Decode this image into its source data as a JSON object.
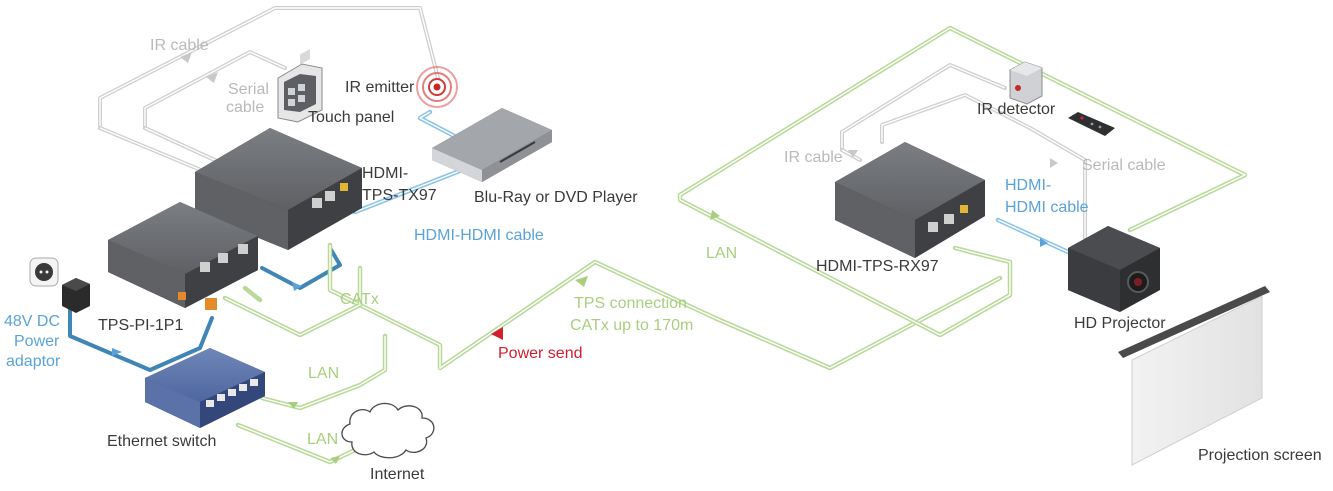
{
  "labels": {
    "ir_cable_left": "IR cable",
    "serial_cable_left": [
      "Serial",
      "cable"
    ],
    "touch_panel": "Touch panel",
    "ir_emitter": "IR emitter",
    "tx_model": [
      "HDMI-",
      "TPS-TX97"
    ],
    "bluray": "Blu-Ray or DVD Player",
    "hdmi_cable_left": "HDMI-HDMI cable",
    "catx": "CATx",
    "power_adaptor": [
      "48V DC",
      "Power",
      "adaptor"
    ],
    "power_injector": "TPS-PI-1P1",
    "lan_switch": "LAN",
    "ethernet_switch": "Ethernet switch",
    "lan_internet": "LAN",
    "internet": "Internet",
    "tps_connection": [
      "TPS connection",
      "CATx up to 170m"
    ],
    "power_send": "Power send",
    "lan_rx": "LAN",
    "ir_cable_right": "IR cable",
    "ir_detector": "IR detector",
    "serial_cable_right": "Serial cable",
    "hdmi_cable_right": [
      "HDMI-",
      "HDMI cable"
    ],
    "rx_model": "HDMI-TPS-RX97",
    "hd_projector": "HD Projector",
    "projection_screen": "Projection screen"
  },
  "colors": {
    "label_dark": "#3a3a3a",
    "control_cable": "#cfcfcf",
    "network_cable": "#b9d99a",
    "hdmi_cable": "#8cc3e8",
    "power_cable": "#3f85b5",
    "power_send": "#d21f2e",
    "device_body": "#5b5d60"
  },
  "icons": [
    "touch-panel-icon",
    "ir-emitter-icon",
    "bluray-player-icon",
    "tx-extender-icon",
    "power-injector-icon",
    "wall-socket-icon",
    "power-adaptor-icon",
    "ethernet-switch-icon",
    "internet-cloud-icon",
    "ir-detector-icon",
    "remote-control-icon",
    "rx-extender-icon",
    "projector-icon",
    "projection-screen-icon"
  ]
}
